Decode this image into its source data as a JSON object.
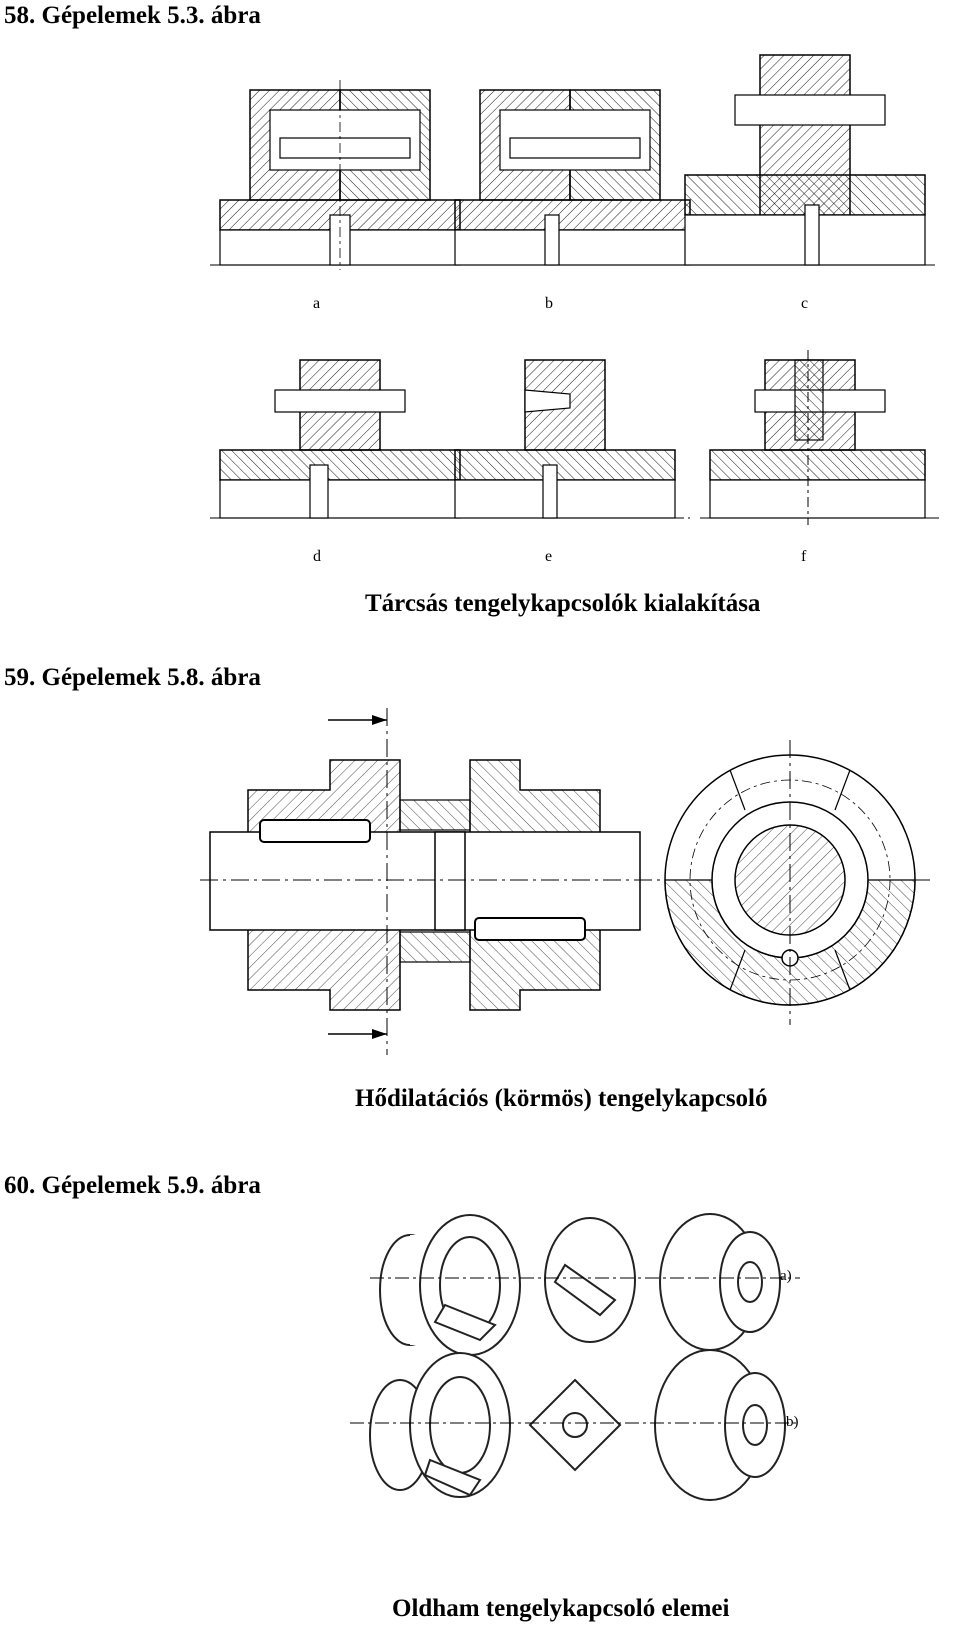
{
  "headings": {
    "h58": "58. Gépelemek 5.3. ábra",
    "h59": "59. Gépelemek 5.8. ábra",
    "h60": "60. Gépelemek 5.9. ábra"
  },
  "figure1": {
    "caption": "Tárcsás tengelykapcsolók kialakítása",
    "labels": [
      "a",
      "b",
      "c",
      "d",
      "e",
      "f"
    ]
  },
  "figure2": {
    "caption": "Hődilatációs (körmös) tengelykapcsoló"
  },
  "figure3": {
    "caption": "Oldham tengelykapcsoló elemei",
    "labels": [
      "a)",
      "b)"
    ]
  }
}
